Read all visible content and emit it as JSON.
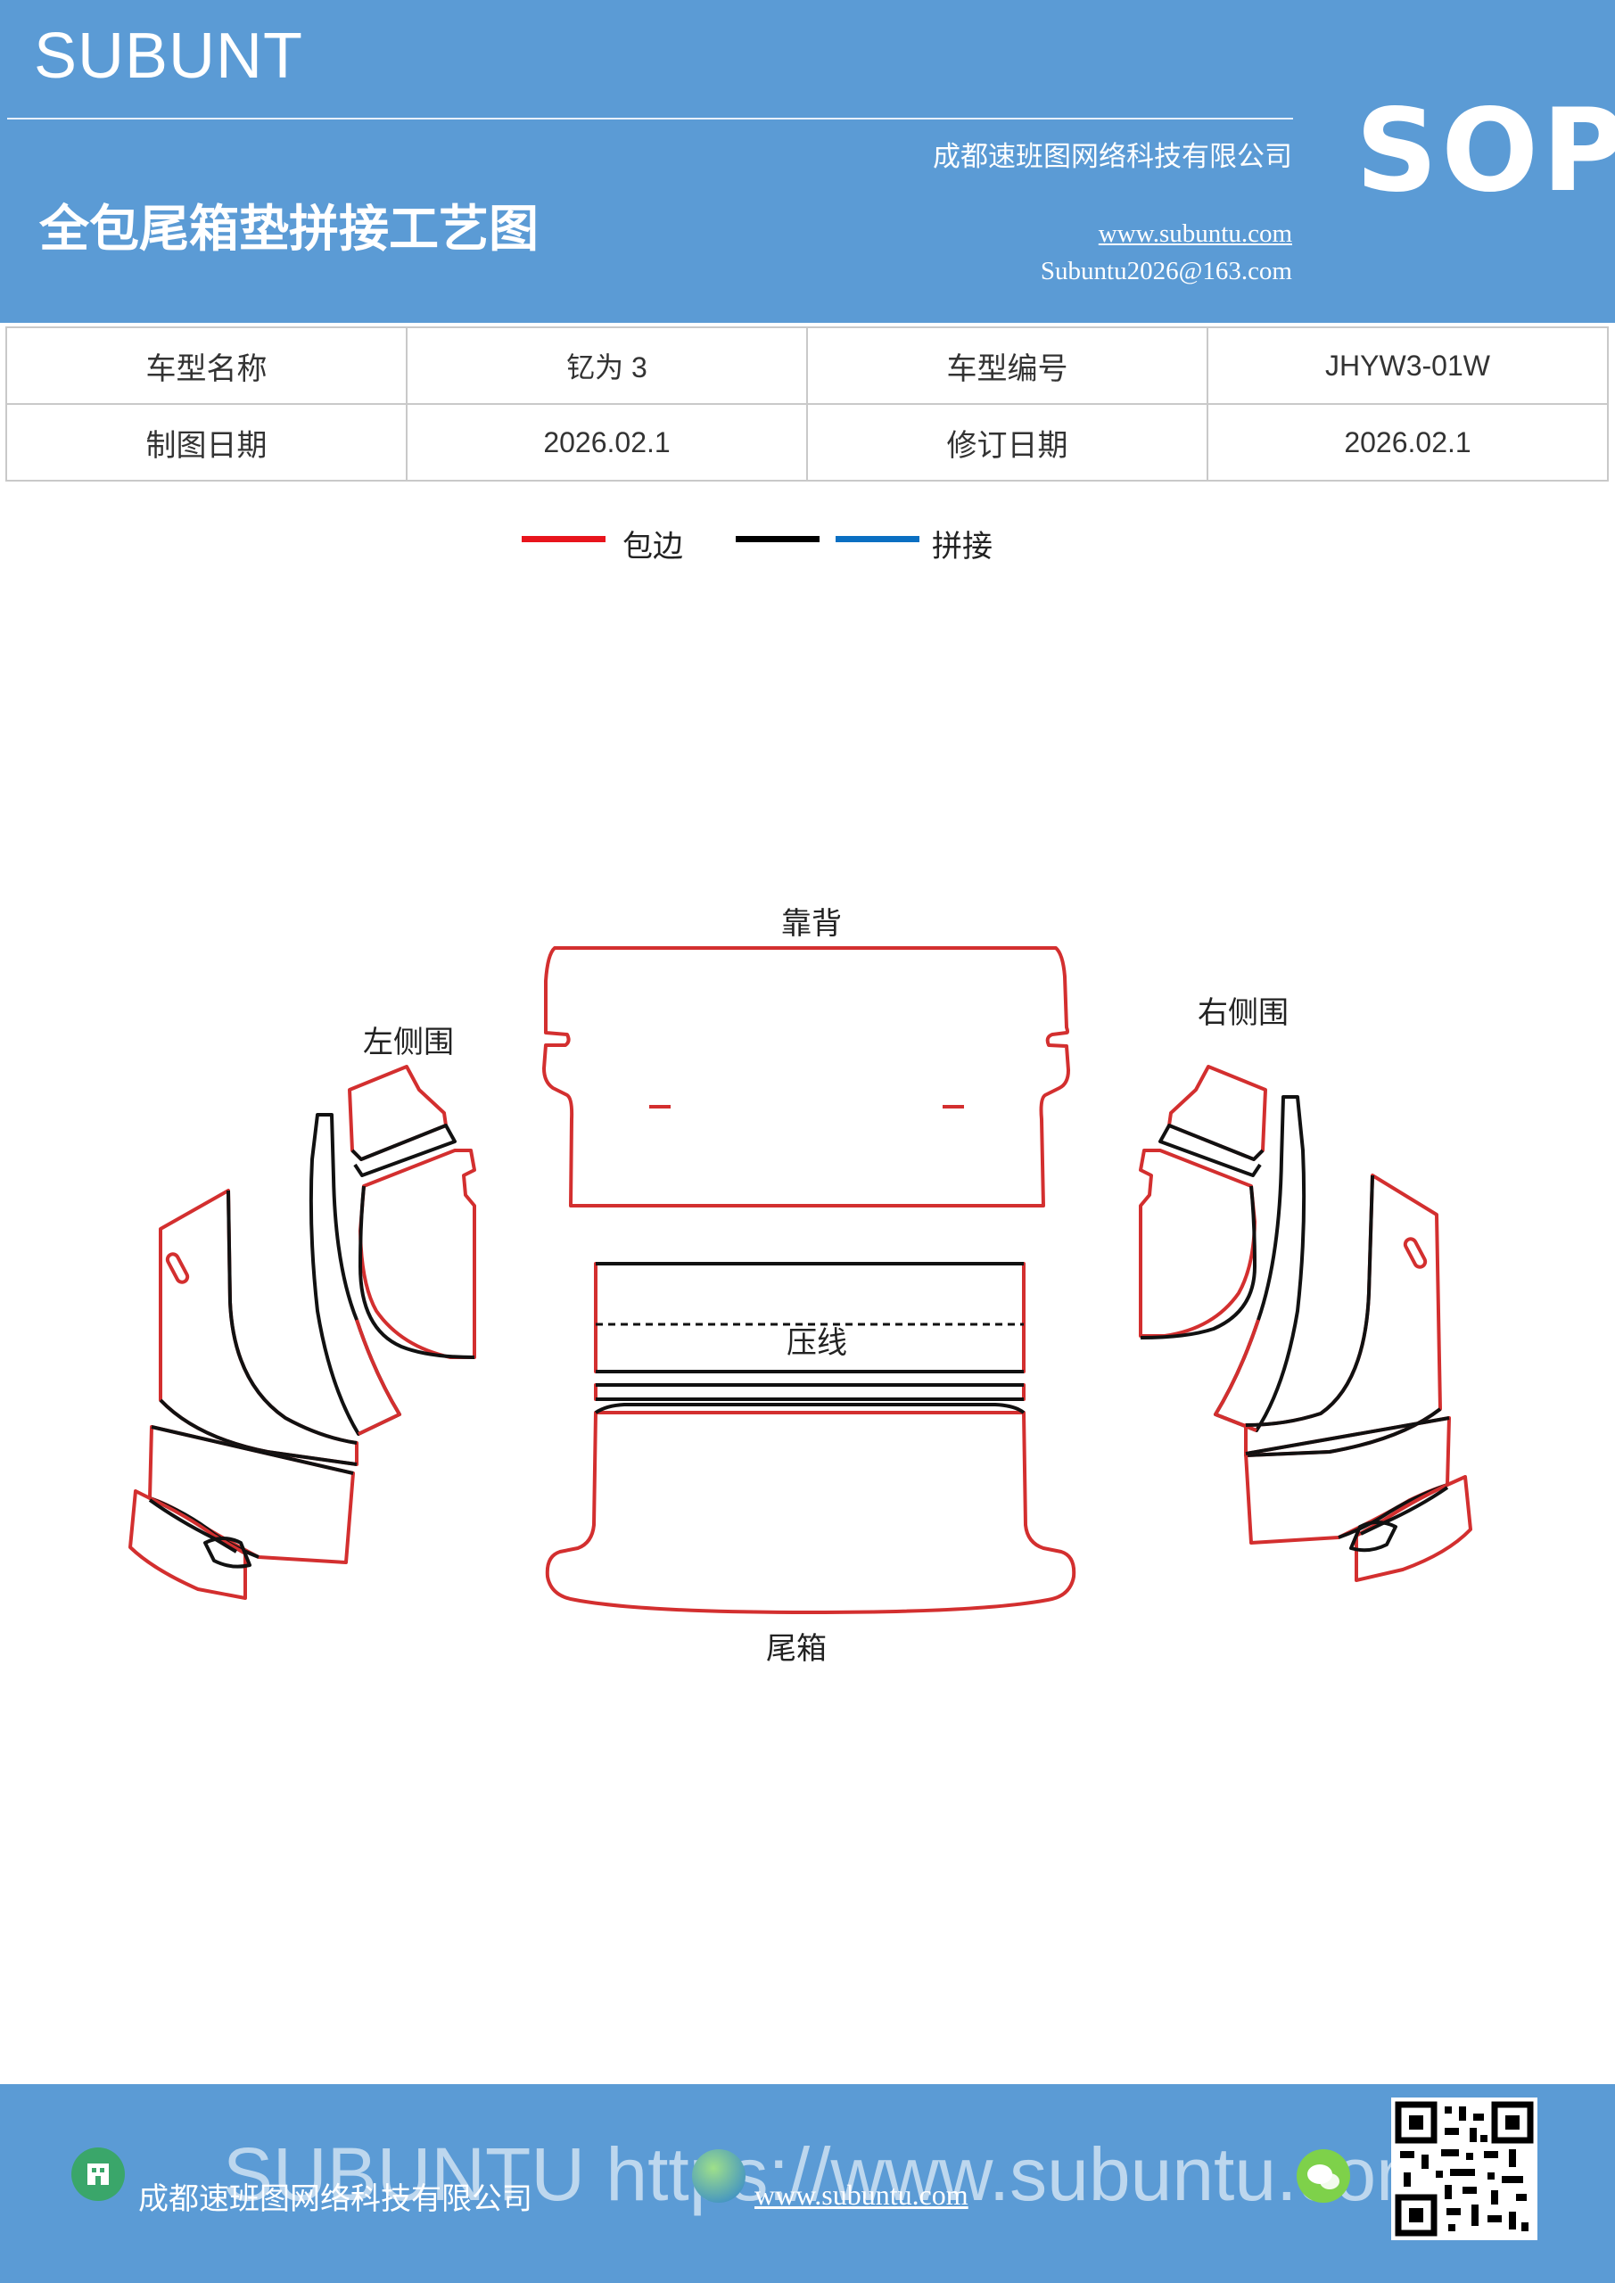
{
  "header": {
    "brand": "SUBUNT",
    "title": "全包尾箱垫拼接工艺图",
    "company": "成都速班图网络科技有限公司",
    "website": "www.subuntu.com",
    "email": "Subuntu2026@163.com",
    "sop": "SOP"
  },
  "info_table": {
    "model_name_label": "车型名称",
    "model_name_value": "钇为 3",
    "model_code_label": "车型编号",
    "model_code_value": "JHYW3-01W",
    "draw_date_label": "制图日期",
    "draw_date_value": "2026.02.1",
    "revise_date_label": "修订日期",
    "revise_date_value": "2026.02.1"
  },
  "legend": {
    "edging_label": "包边",
    "splice_label": "拼接",
    "colors": {
      "edging": "#e8141c",
      "black": "#000000",
      "splice": "#0a6fc2"
    }
  },
  "diagram": {
    "backrest_label": "靠背",
    "left_side_label": "左侧围",
    "right_side_label": "右侧围",
    "crease_label": "压线",
    "trunk_label": "尾箱",
    "colors": {
      "outline_red": "#d32f2f",
      "outline_black": "#111111"
    }
  },
  "footer": {
    "company": "成都速班图网络科技有限公司",
    "website": "www.subuntu.com",
    "watermark": "SUBUNTU https://www.subuntu.com",
    "icons": [
      "building-icon",
      "globe-icon",
      "wechat-icon",
      "qr-code"
    ]
  }
}
